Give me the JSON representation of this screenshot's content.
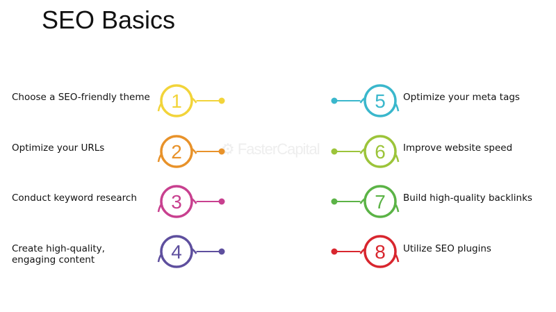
{
  "title": "SEO Basics",
  "watermark": "FasterCapital",
  "steps": [
    {
      "n": "1",
      "label": "Choose a SEO-friendly theme",
      "color": "#f2d43a"
    },
    {
      "n": "2",
      "label": "Optimize your URLs",
      "color": "#e8922a"
    },
    {
      "n": "3",
      "label": "Conduct keyword research",
      "color": "#c8408f"
    },
    {
      "n": "4",
      "label": "Create high-quality, engaging content",
      "color": "#5e4f9e"
    },
    {
      "n": "5",
      "label": "Optimize your meta tags",
      "color": "#3ab7cc"
    },
    {
      "n": "6",
      "label": "Improve website speed",
      "color": "#9cc43a"
    },
    {
      "n": "7",
      "label": "Build high-quality backlinks",
      "color": "#5bb346"
    },
    {
      "n": "8",
      "label": "Utilize SEO plugins",
      "color": "#d8262e"
    }
  ]
}
